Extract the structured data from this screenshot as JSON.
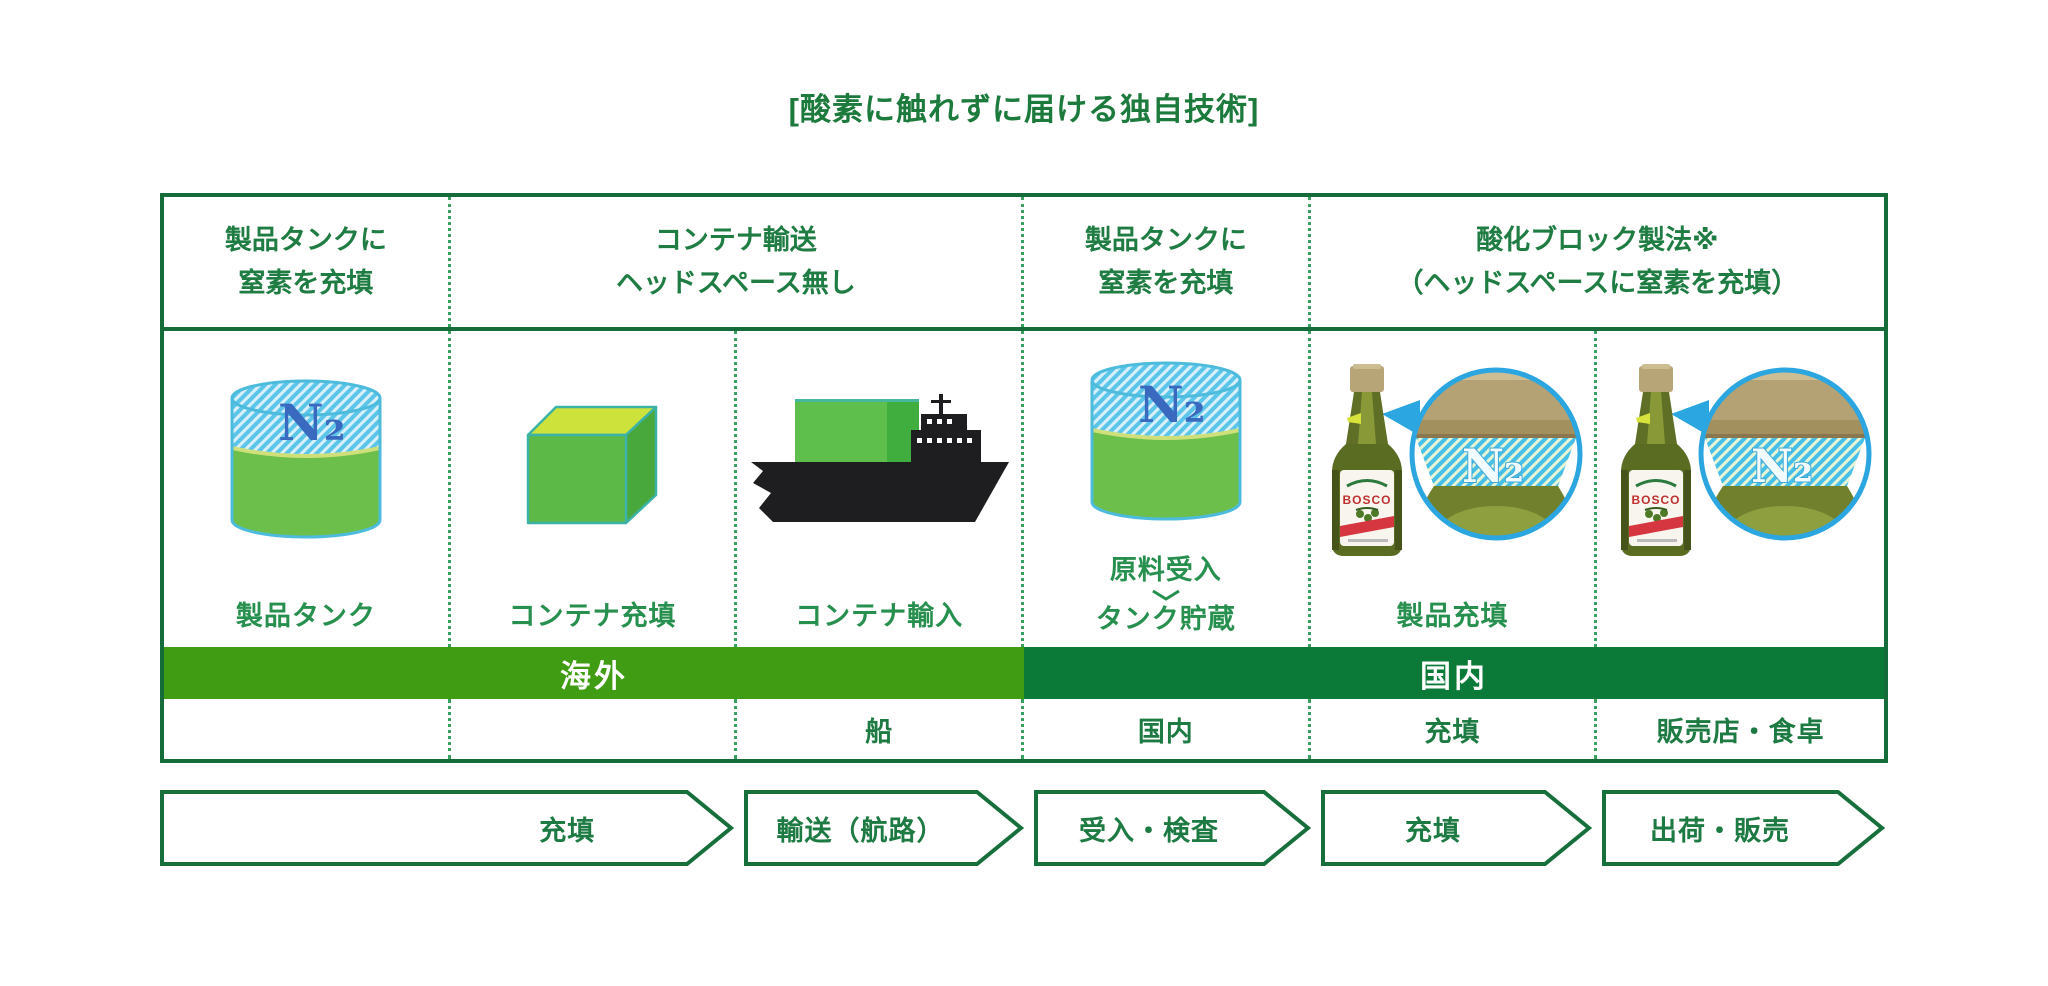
{
  "title": "[酸素に触れずに届ける独自技術]",
  "n2": "N₂",
  "bottle_brand": "BOSCO",
  "table": {
    "headers": [
      {
        "text": "製品タンクに\n窒素を充填"
      },
      {
        "text": "コンテナ輸送\nヘッドスペース無し"
      },
      {
        "text": "製品タンクに\n窒素を充填"
      },
      {
        "text": "酸化ブロック製法※\n（ヘッドスペースに窒素を充填）"
      }
    ],
    "cells": [
      {
        "label": "製品タンク"
      },
      {
        "label": "コンテナ充填"
      },
      {
        "label": "コンテナ輸入"
      },
      {
        "label": "原料受入",
        "label2": "タンク貯蔵"
      },
      {
        "label": "製品充填"
      },
      {
        "label": ""
      }
    ],
    "bands": [
      {
        "label": "海外"
      },
      {
        "label": "国内"
      }
    ],
    "bottom_row": [
      "",
      "",
      "船",
      "国内",
      "充填",
      "販売店・食卓"
    ]
  },
  "flow_arrows": [
    "充填",
    "輸送（航路）",
    "受入・検査",
    "充填",
    "出荷・販売"
  ],
  "colors": {
    "accent_green": "#1d7a42",
    "border_green": "#166b3a",
    "overseas_band": "#3f9c13",
    "domestic_band": "#0b7a38",
    "n2_blue": "#3a6abf",
    "magnifier_blue": "#2ba6e0"
  }
}
